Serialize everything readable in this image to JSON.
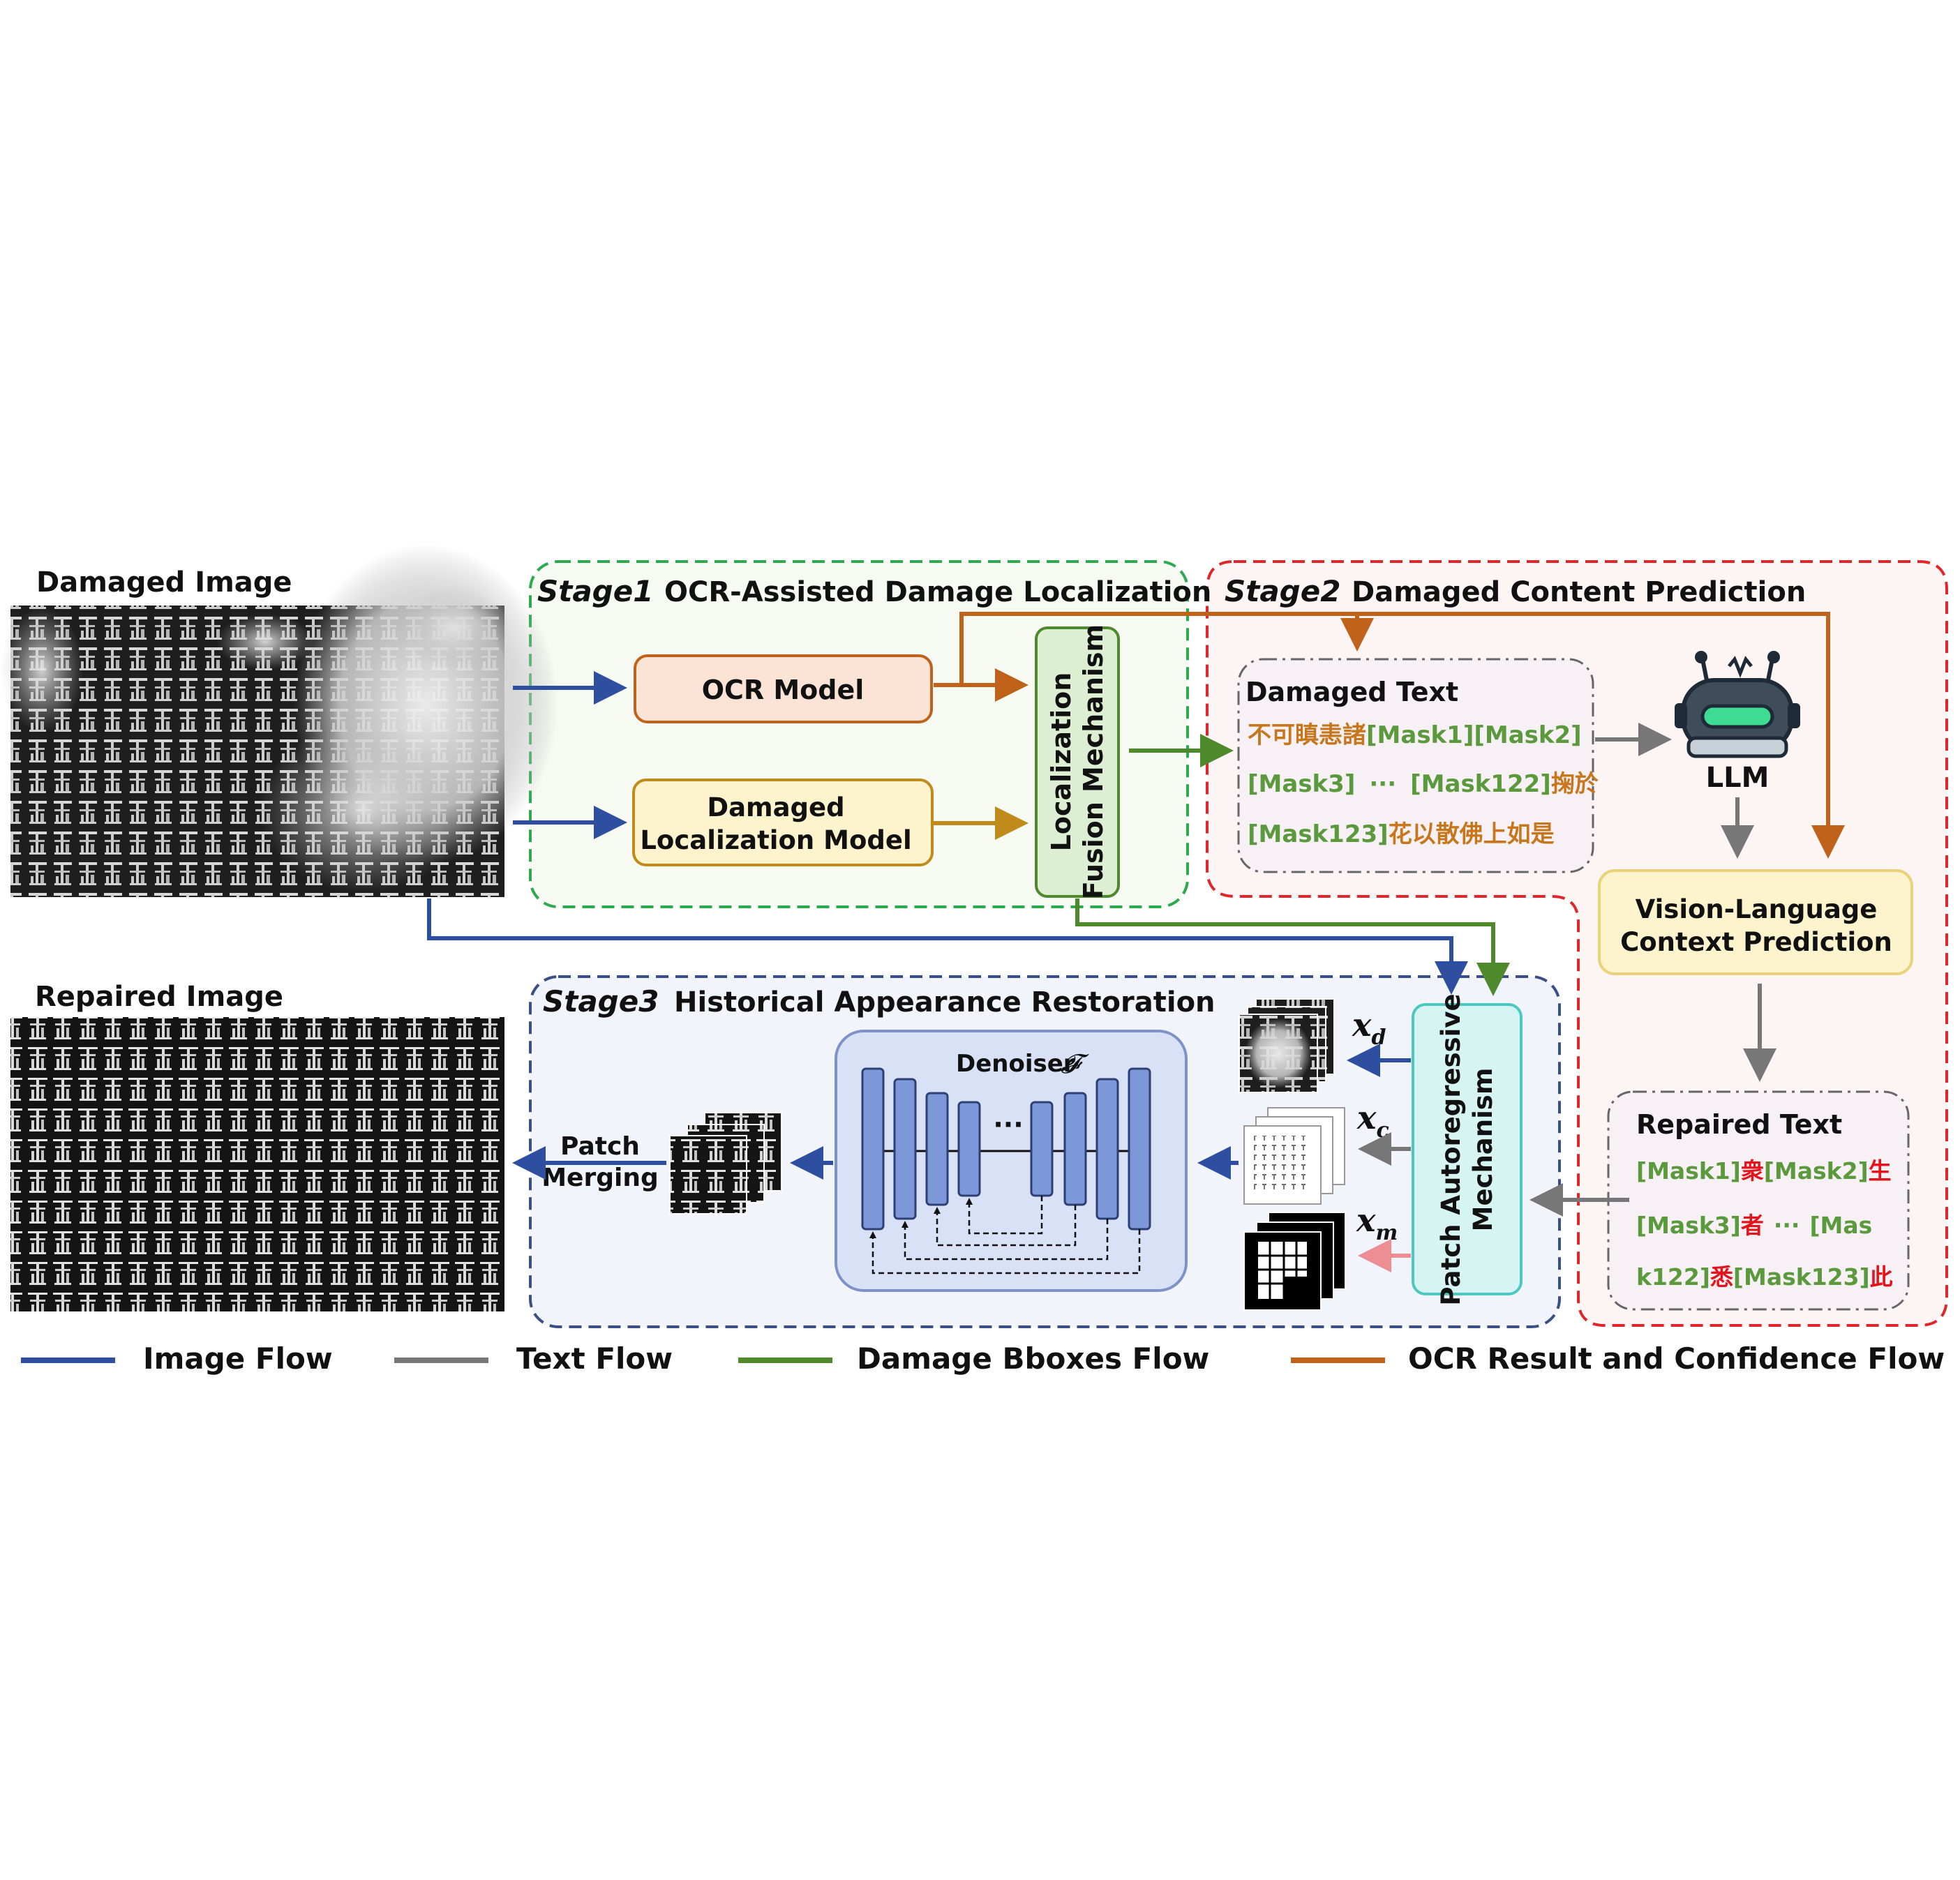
{
  "colors": {
    "image_flow": "#2e4ea0",
    "text_flow": "#777777",
    "bbox_flow": "#4e8a2c",
    "ocr_flow": "#c0621a",
    "stage1": "#2bab4e",
    "stage2": "#e0262a",
    "stage3": "#3a4f86",
    "mask_green": "#5b9a3c",
    "ocr_text": "#c8761c",
    "repaired_char": "#e4141c"
  },
  "labels": {
    "damaged_image": "Damaged Image",
    "repaired_image": "Repaired Image"
  },
  "stage1": {
    "tag": "Stage1",
    "title": "OCR-Assisted Damage Localization",
    "ocr_model": "OCR Model",
    "dlm_line1": "Damaged",
    "dlm_line2": "Localization Model",
    "lfm_line1": "Localization",
    "lfm_line2": "Fusion Mechanism"
  },
  "stage2": {
    "tag": "Stage2",
    "title": "Damaged Content Prediction",
    "damaged_text_title": "Damaged Text",
    "dt_l1_a": "不可瞋恚諸",
    "dt_l1_b": "[Mask1][Mask2]",
    "dt_l2_a": "[Mask3]",
    "dt_l2_b": "···",
    "dt_l2_c": "[Mask122]",
    "dt_l2_d": "掬於",
    "dt_l3_a": "[Mask123]",
    "dt_l3_b": "花以散佛上如是",
    "llm": "LLM",
    "vlcp_line1": "Vision-Language",
    "vlcp_line2": "Context Prediction",
    "repaired_text_title": "Repaired Text",
    "rt_l1_a": "[Mask1]",
    "rt_l1_b": "衆",
    "rt_l1_c": "[Mask2]",
    "rt_l1_d": "生",
    "rt_l2_a": "[Mask3]",
    "rt_l2_b": "者",
    "rt_l2_c": "···",
    "rt_l2_d": "[Mas",
    "rt_l3_a": "k122]",
    "rt_l3_b": "悉",
    "rt_l3_c": "[Mask123]",
    "rt_l3_d": "此"
  },
  "stage3": {
    "tag": "Stage3",
    "title": "Historical Appearance Restoration",
    "denoiser_label": "Denoiser",
    "denoiser_symbol": "𝓕",
    "unet_dots": "···",
    "pam_line1": "Patch Autoregressive",
    "pam_line2": "Mechanism",
    "patch_merging_line1": "Patch",
    "patch_merging_line2": "Merging",
    "xd_base": "x",
    "xd_sub": "d",
    "xc_base": "x",
    "xc_sub": "c",
    "xm_base": "x",
    "xm_sub": "m"
  },
  "legend": [
    {
      "label": "Image Flow",
      "color": "#2e4ea0"
    },
    {
      "label": "Text Flow",
      "color": "#777777"
    },
    {
      "label": "Damage Bboxes Flow",
      "color": "#4e8a2c"
    },
    {
      "label": "OCR Result and Confidence Flow",
      "color": "#c0621a"
    }
  ]
}
